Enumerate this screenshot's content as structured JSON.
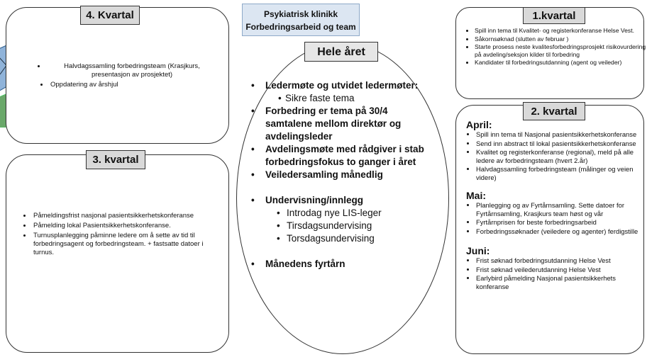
{
  "title": "Psykiatrisk klinikk Forbedringsarbeid og team",
  "q4": {
    "label": "4. Kvartal",
    "items": [
      "Halvdagssamling forbedringsteam (Krasjkurs, presentasjon av prosjektet)",
      "Oppdatering av årshjul"
    ]
  },
  "q3": {
    "label": "3. kvartal",
    "items": [
      "Påmeldingsfrist nasjonal pasientsikkerhetskonferanse",
      "Påmelding lokal Pasientsikkerhetskonferanse.",
      "Turnusplanlegging påminne ledere om å sette av tid til forbedringsagent og forbedringsteam. + fastsatte datoer i turnus."
    ]
  },
  "year": {
    "label": "Hele året",
    "items": [
      "Ledermøte og utvidet ledermøter:",
      "Sikre faste tema",
      "Forbedring er tema på 30/4 samtalene mellom direktør og avdelingsleder",
      "Avdelingsmøte med rådgiver i stab forbedringsfokus to ganger i året",
      "Veiledersamling månedlig",
      "Undervisning/innlegg",
      "Introdag nye LIS-leger",
      "Tirsdagsundervising",
      "Torsdagsundervising",
      "Månedens fyrtårn"
    ]
  },
  "q1": {
    "label": "1.kvartal",
    "items": [
      "Spill inn tema til Kvalitet- og registerkonferanse Helse Vest.",
      "Såkornsøknad (slutten av februar )",
      "Starte prosess neste kvalitesforbedringsprosjekt risikovurdering på avdeling/seksjon kilder til forbedring",
      "Kandidater til forbedringsutdanning (agent og veileder)"
    ]
  },
  "q2": {
    "label": "2. kvartal",
    "april": {
      "title": "April:",
      "items": [
        "Spill inn tema til Nasjonal pasientsikkerhetskonferanse",
        "Send inn abstract til lokal pasientsikkerhetskonferanse",
        "Kvalitet og registerkonferanse (regional), meld på alle ledere av forbedringsteam (hvert 2.år)",
        "Halvdagssamling forbedringsteam (målinger og veien videre)"
      ]
    },
    "mai": {
      "title": "Mai:",
      "items": [
        "Planlegging og av Fyrtårnsamling. Sette datoer for Fyrtårnsamling, Krasjkurs team høst og vår",
        "Fyrtårnprisen for beste forbedringsarbeid",
        "Forbedringssøknader (veiledere og agenter) ferdigstille"
      ]
    },
    "juni": {
      "title": "Juni:",
      "items": [
        "Frist søknad forbedringsutdanning Helse Vest",
        "Frist søknad veilederutdanning Helse Vest",
        "Earlybird påmelding Nasjonal pasientsikkerhets konferanse"
      ]
    }
  }
}
